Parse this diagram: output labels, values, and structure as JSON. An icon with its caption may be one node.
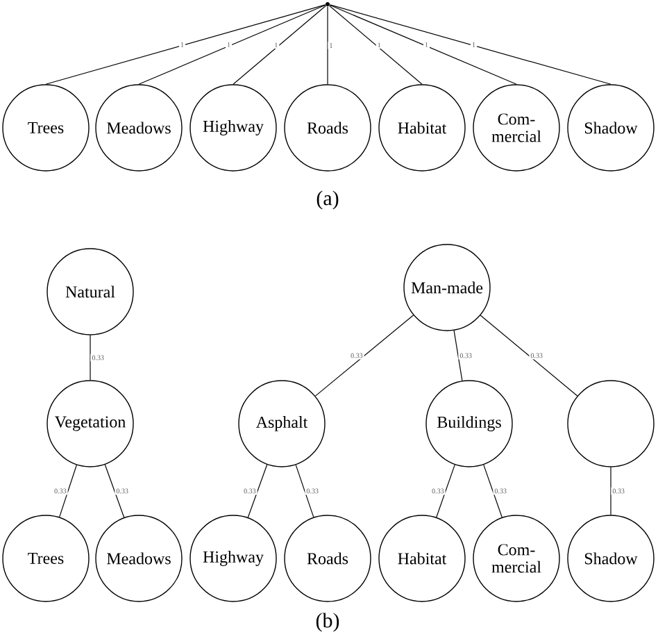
{
  "diagram": {
    "nodes": [
      {
        "text": [],
        "shape": "point"
      },
      {
        "text": [
          "Trees"
        ]
      },
      {
        "text": [
          "Meadows"
        ]
      },
      {
        "text": [
          "Highway"
        ]
      },
      {
        "text": [
          "Roads"
        ]
      },
      {
        "text": [
          "Habitat"
        ]
      },
      {
        "text": [
          "Com- mercial"
        ]
      },
      {
        "text": [
          "Shadow"
        ]
      },
      {
        "text": [
          "Natural"
        ]
      },
      {
        "text": [
          "Man-made"
        ]
      },
      {
        "text": [
          "Vegetation"
        ]
      },
      {
        "text": [
          "Asphalt"
        ]
      },
      {
        "text": [
          "Buildings"
        ]
      },
      {
        "text": [],
        "shape": "circle"
      },
      {
        "text": [
          "Trees"
        ]
      },
      {
        "text": [
          "Meadows"
        ]
      },
      {
        "text": [
          "Highway"
        ]
      },
      {
        "text": [
          "Roads"
        ]
      },
      {
        "text": [
          "Habitat"
        ]
      },
      {
        "text": [
          "Com- mercial"
        ]
      },
      {
        "text": [
          "Shadow"
        ]
      }
    ],
    "edges": [
      {
        "from": 0,
        "to": 1,
        "arrow": "none",
        "label": "1"
      },
      {
        "from": 0,
        "to": 2,
        "arrow": "none",
        "label": "1"
      },
      {
        "from": 0,
        "to": 3,
        "arrow": "none",
        "label": "1"
      },
      {
        "from": 0,
        "to": 4,
        "arrow": "none",
        "label": "1"
      },
      {
        "from": 0,
        "to": 5,
        "arrow": "none",
        "label": "1"
      },
      {
        "from": 0,
        "to": 6,
        "arrow": "none",
        "label": "1"
      },
      {
        "from": 0,
        "to": 7,
        "arrow": "none",
        "label": "1"
      },
      {
        "from": 8,
        "to": 10,
        "arrow": "none",
        "label": "0.33"
      },
      {
        "from": 9,
        "to": 11,
        "arrow": "none",
        "label": "0.33"
      },
      {
        "from": 9,
        "to": 12,
        "arrow": "none",
        "label": "0.33"
      },
      {
        "from": 9,
        "to": 13,
        "arrow": "none",
        "label": "0.33"
      },
      {
        "from": 10,
        "to": 14,
        "arrow": "none",
        "label": "0.33"
      },
      {
        "from": 10,
        "to": 15,
        "arrow": "none",
        "label": "0.33"
      },
      {
        "from": 11,
        "to": 16,
        "arrow": "none",
        "label": "0.33"
      },
      {
        "from": 11,
        "to": 17,
        "arrow": "none",
        "label": "0.33"
      },
      {
        "from": 12,
        "to": 18,
        "arrow": "none",
        "label": "0.33"
      },
      {
        "from": 12,
        "to": 19,
        "arrow": "none",
        "label": "0.33"
      },
      {
        "from": 13,
        "to": 20,
        "arrow": "none",
        "label": "0.33"
      }
    ],
    "labels": [
      "(a)",
      "(b)"
    ]
  }
}
